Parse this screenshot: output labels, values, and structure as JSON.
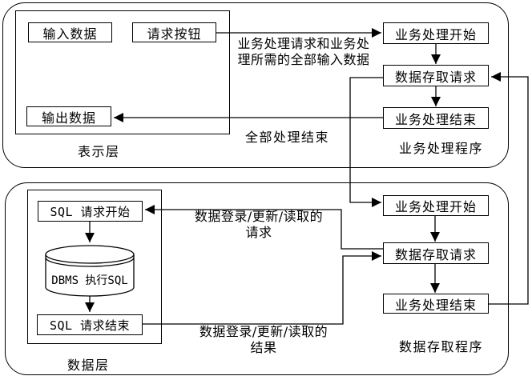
{
  "colors": {
    "line": "#000000",
    "background": "#ffffff",
    "box_fill": "#ffffff"
  },
  "top_section": {
    "program_label": "业务处理程序",
    "presentation": {
      "layer_label": "表示层",
      "input_box": "输入数据",
      "request_button": "请求按钮",
      "output_box": "输出数据"
    },
    "boxes": {
      "start": "业务处理开始",
      "data_access": "数据存取请求",
      "end": "业务处理结束"
    },
    "edge_labels": {
      "request_line1": "业务处理请求和业务处",
      "request_line2": "理所需的全部输入数据",
      "done": "全部处理结束"
    }
  },
  "bottom_section": {
    "program_label": "数据存取程序",
    "data_layer": {
      "layer_label": "数据层",
      "sql_start": "SQL 请求开始",
      "dbms": "DBMS 执行SQL",
      "sql_end": "SQL 请求结束"
    },
    "boxes": {
      "start": "业务处理开始",
      "data_access": "数据存取请求",
      "end": "业务处理结束"
    },
    "edge_labels": {
      "request_line1": "数据登录/更新/读取的",
      "request_line2": "请求",
      "result_line1": "数据登录/更新/读取的",
      "result_line2": "结果"
    }
  }
}
